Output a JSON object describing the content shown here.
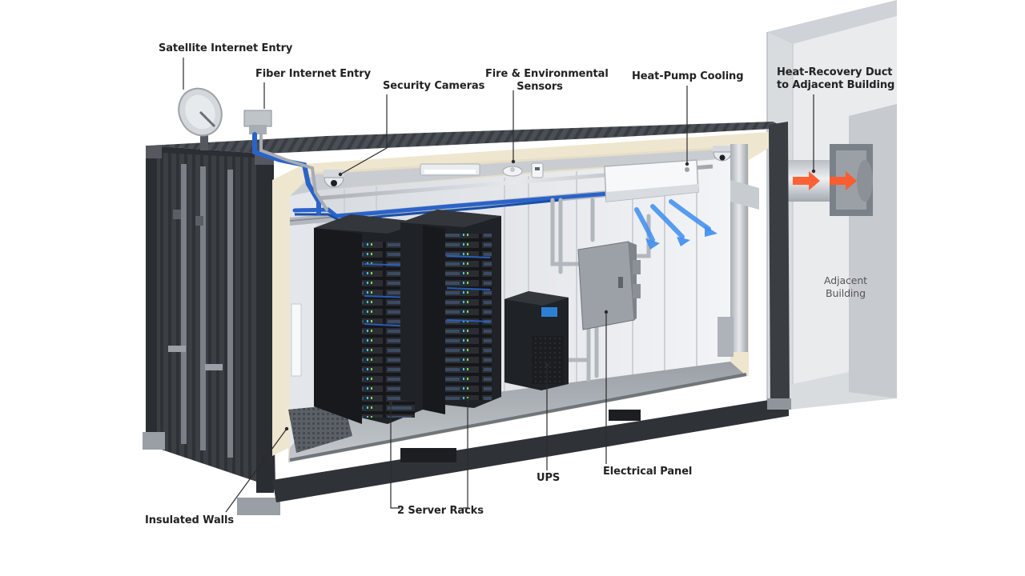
{
  "labels": {
    "satellite": "Satellite Internet Entry",
    "fiber": "Fiber Internet Entry",
    "cameras": "Security Cameras",
    "sensors_line1": "Fire & Environmental",
    "sensors_line2": "Sensors",
    "cooling": "Heat-Pump Cooling",
    "duct_line1": "Heat-Recovery Duct",
    "duct_line2": "to Adjacent Building",
    "building_line1": "Adjacent",
    "building_line2": "Building",
    "insulated": "Insulated Walls",
    "racks": "2 Server Racks",
    "ups": "UPS",
    "panel": "Electrical Panel"
  },
  "colors": {
    "container": "#3d4146",
    "insulation": "#efe6cf",
    "interior": "#e9ecef",
    "rack": "#1f2226",
    "cable": "#2a63c9",
    "cold_air": "#3d8ef0",
    "warm_air": "#ff5a2a"
  }
}
